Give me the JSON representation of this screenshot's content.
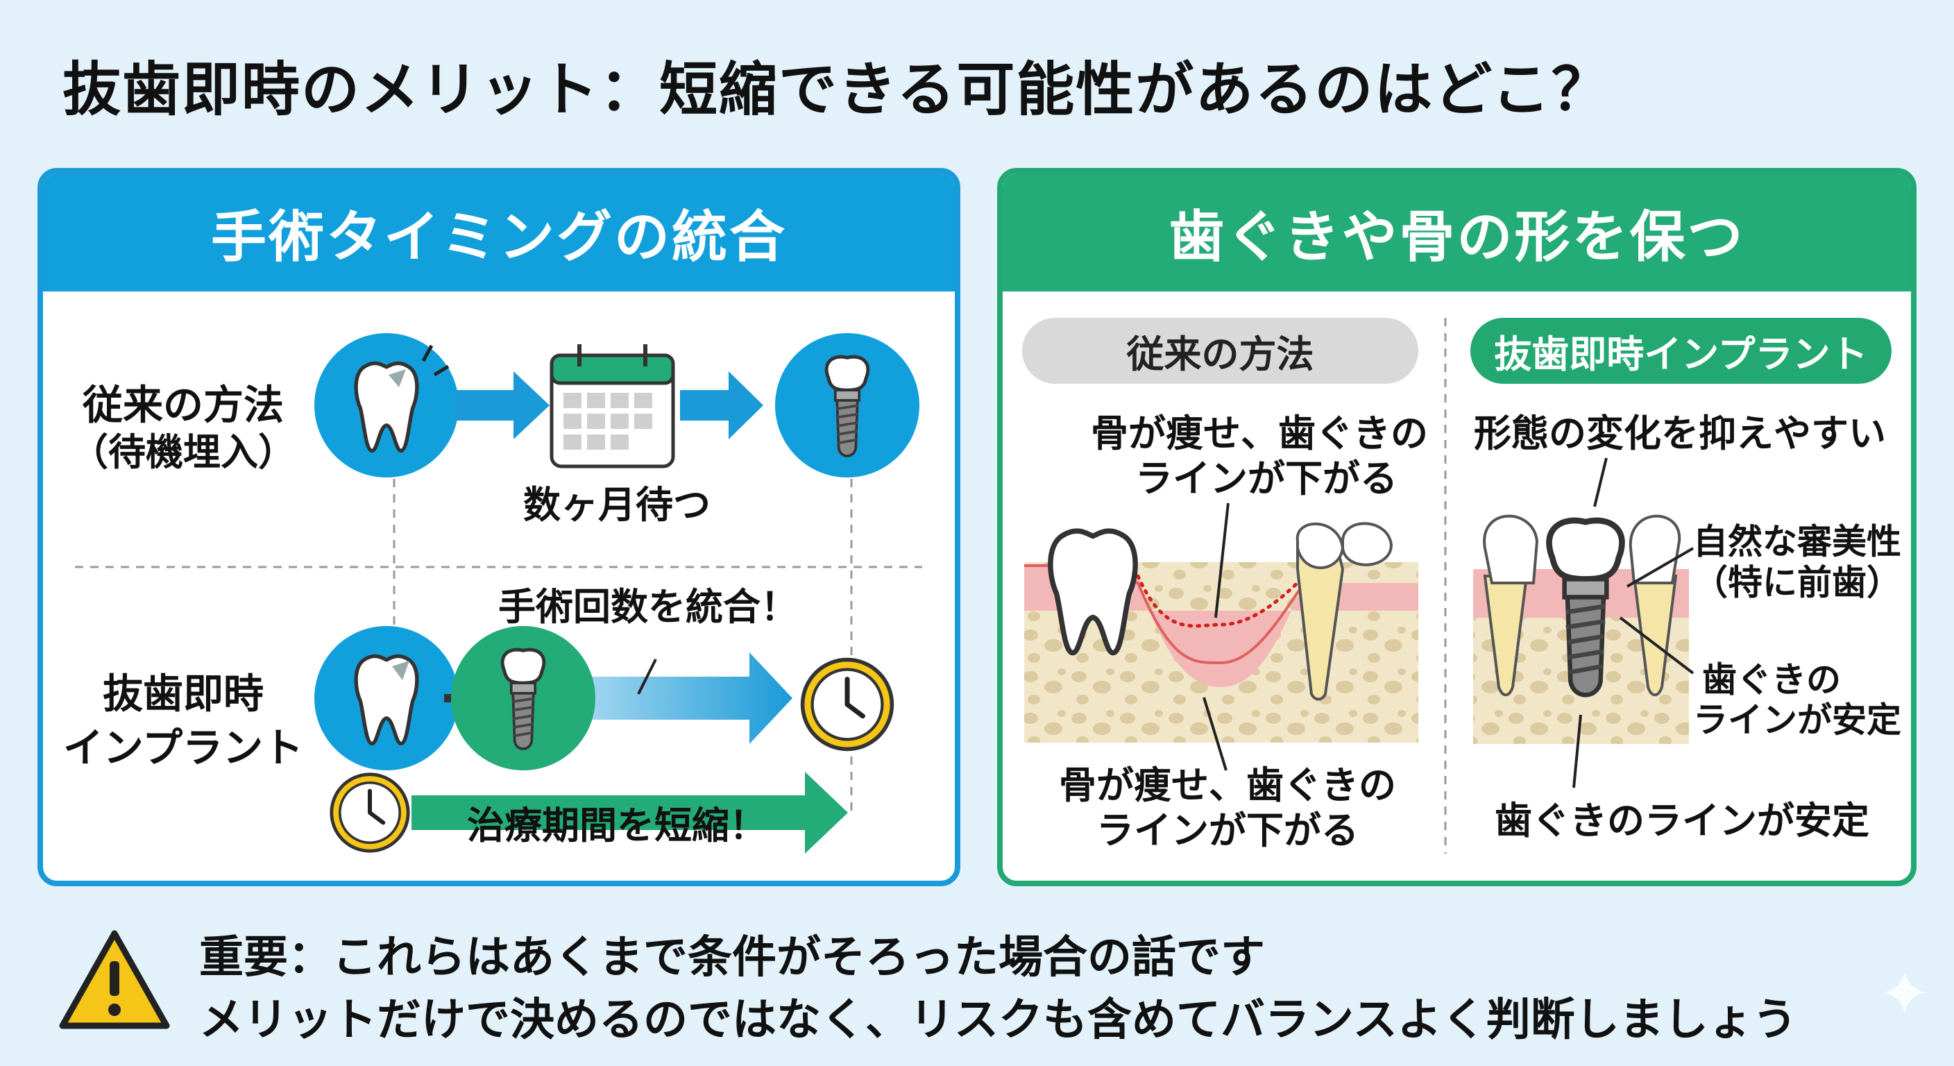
{
  "title": "抜歯即時のメリット：短縮できる可能性があるのはどこ？",
  "colors": {
    "blue": "#12a0dd",
    "green": "#23ab78",
    "background": "#e3f2fa",
    "warning": "#f5c518"
  },
  "left_panel": {
    "heading": "手術タイミングの統合",
    "conventional_label_1": "従来の方法",
    "conventional_label_2": "（待機埋入）",
    "wait_label": "数ヶ月待つ",
    "immediate_label_1": "抜歯即時",
    "immediate_label_2": "インプラント",
    "combine_label": "手術回数を統合！",
    "shorten_label": "治療期間を短縮！",
    "icons": [
      "damaged-tooth-icon",
      "calendar-icon",
      "implant-icon",
      "plus-icon",
      "clock-icon",
      "arrow-icon"
    ]
  },
  "right_panel": {
    "heading": "歯ぐきや骨の形を保つ",
    "conventional_pill": "従来の方法",
    "immediate_pill": "抜歯即時インプラント",
    "conv_caption_top_1": "骨が痩せ、歯ぐきの",
    "conv_caption_top_2": "ラインが下がる",
    "conv_caption_bottom_1": "骨が痩せ、歯ぐきの",
    "conv_caption_bottom_2": "ラインが下がる",
    "imm_caption_top": "形態の変化を抑えやすい",
    "imm_aesthetic_1": "自然な審美性",
    "imm_aesthetic_2": "（特に前歯）",
    "imm_gum_1": "歯ぐきの",
    "imm_gum_2": "ラインが安定",
    "imm_caption_bottom": "歯ぐきのラインが安定"
  },
  "warning": {
    "icon": "warning-triangle-icon",
    "line1": "重要：これらはあくまで条件がそろった場合の話です",
    "line2": "メリットだけで決めるのではなく、リスクも含めてバランスよく判断しましょう"
  }
}
